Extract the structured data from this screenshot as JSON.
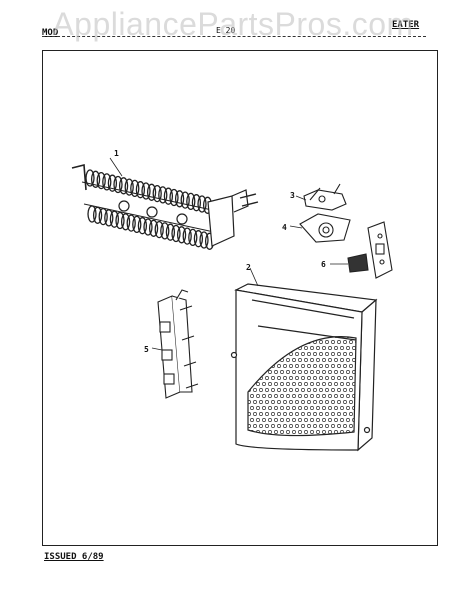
{
  "watermark": {
    "text": "AppliancePartsPros.com"
  },
  "header": {
    "left": "MOD",
    "middle": "E 20",
    "right": "EATER"
  },
  "footer": {
    "issued": "ISSUED 6/89"
  },
  "callouts": [
    "1",
    "2",
    "3",
    "4",
    "5",
    "6"
  ]
}
